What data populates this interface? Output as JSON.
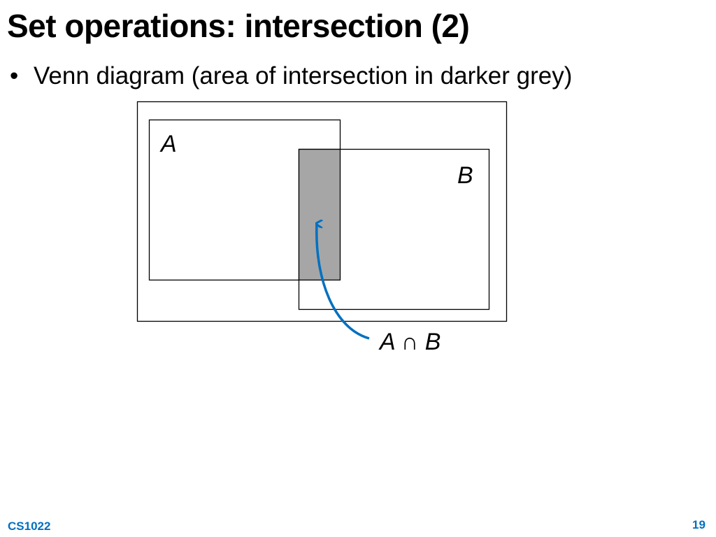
{
  "slide": {
    "title": "Set operations: intersection (2)",
    "bullet_marker": "•",
    "bullet_text": "Venn diagram (area of intersection in darker grey)"
  },
  "diagram": {
    "label_a": "A",
    "label_b": "B",
    "intersection_label": "A ∩ B",
    "intersection_fill": "#a6a6a6",
    "arrow_color": "#0070c0",
    "outline_color": "#000000"
  },
  "footer": {
    "course": "CS1022",
    "page_number": "19",
    "color": "#0070c0"
  }
}
